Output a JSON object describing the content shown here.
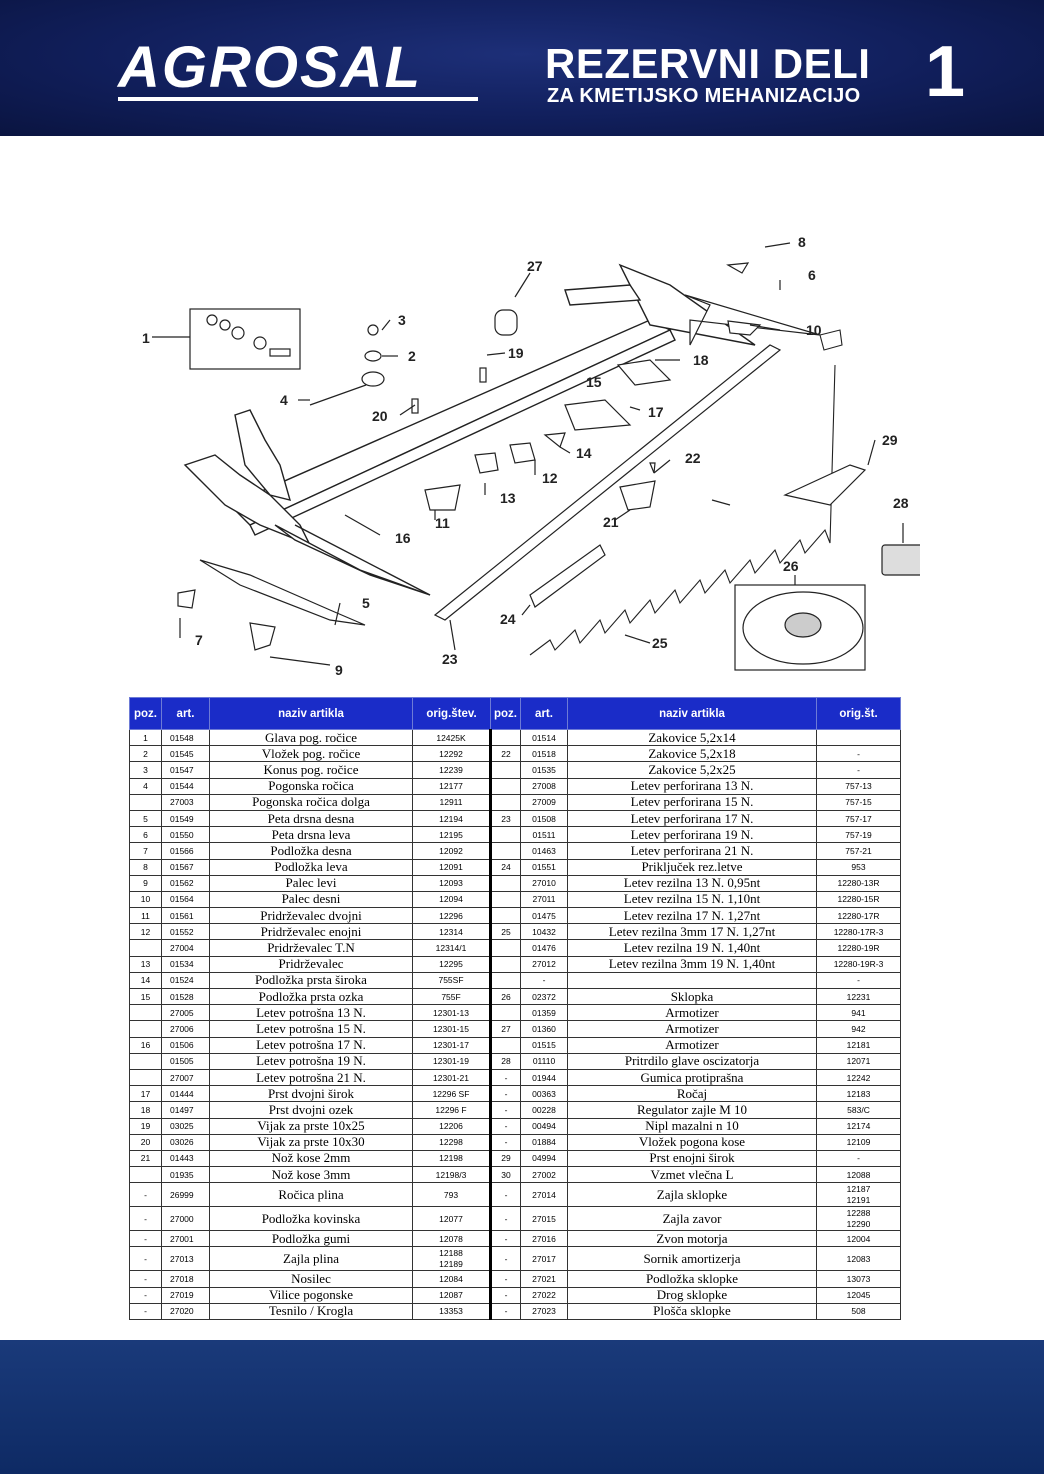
{
  "header": {
    "brand": "AGROSAL",
    "title": "REZERVNI DELI",
    "subtitle": "ZA KMETIJSKO MEHANIZACIJO",
    "page_number": "1"
  },
  "diagram": {
    "callouts": [
      "1",
      "2",
      "3",
      "4",
      "5",
      "6",
      "7",
      "8",
      "9",
      "10",
      "11",
      "12",
      "13",
      "14",
      "15",
      "16",
      "17",
      "18",
      "19",
      "20",
      "21",
      "22",
      "23",
      "24",
      "25",
      "26",
      "27",
      "28",
      "29"
    ]
  },
  "table": {
    "headers": [
      "poz.",
      "art.",
      "naziv artikla",
      "orig.štev.",
      "poz.",
      "art.",
      "naziv artikla",
      "orig.št."
    ],
    "rows": [
      {
        "lpoz": "1",
        "lart": "01548",
        "lname": "Glava pog. ročice",
        "lorig": "12425K",
        "rpoz": "",
        "rart": "01514",
        "rname": "Zakovice 5,2x14",
        "rorig": ""
      },
      {
        "lpoz": "2",
        "lart": "01545",
        "lname": "Vložek pog. ročice",
        "lorig": "12292",
        "rpoz": "22",
        "rart": "01518",
        "rname": "Zakovice 5,2x18",
        "rorig": "-"
      },
      {
        "lpoz": "3",
        "lart": "01547",
        "lname": "Konus pog. ročice",
        "lorig": "12239",
        "rpoz": "",
        "rart": "01535",
        "rname": "Zakovice 5,2x25",
        "rorig": "-"
      },
      {
        "lpoz": "4",
        "lart": "01544",
        "lname": "Pogonska ročica",
        "lorig": "12177",
        "rpoz": "",
        "rart": "27008",
        "rname": "Letev perforirana 13 N.",
        "rorig": "757-13"
      },
      {
        "lpoz": "",
        "lart": "27003",
        "lname": "Pogonska ročica dolga",
        "lorig": "12911",
        "rpoz": "",
        "rart": "27009",
        "rname": "Letev perforirana 15 N.",
        "rorig": "757-15"
      },
      {
        "lpoz": "5",
        "lart": "01549",
        "lname": "Peta drsna desna",
        "lorig": "12194",
        "rpoz": "23",
        "rart": "01508",
        "rname": "Letev perforirana 17 N.",
        "rorig": "757-17"
      },
      {
        "lpoz": "6",
        "lart": "01550",
        "lname": "Peta drsna leva",
        "lorig": "12195",
        "rpoz": "",
        "rart": "01511",
        "rname": "Letev perforirana 19 N.",
        "rorig": "757-19"
      },
      {
        "lpoz": "7",
        "lart": "01566",
        "lname": "Podložka desna",
        "lorig": "12092",
        "rpoz": "",
        "rart": "01463",
        "rname": "Letev perforirana 21 N.",
        "rorig": "757-21"
      },
      {
        "lpoz": "8",
        "lart": "01567",
        "lname": "Podložka leva",
        "lorig": "12091",
        "rpoz": "24",
        "rart": "01551",
        "rname": "Priključek rez.letve",
        "rorig": "953"
      },
      {
        "lpoz": "9",
        "lart": "01562",
        "lname": "Palec levi",
        "lorig": "12093",
        "rpoz": "",
        "rart": "27010",
        "rname": "Letev rezilna 13 N. 0,95nt",
        "rorig": "12280-13R"
      },
      {
        "lpoz": "10",
        "lart": "01564",
        "lname": "Palec desni",
        "lorig": "12094",
        "rpoz": "",
        "rart": "27011",
        "rname": "Letev rezilna 15 N. 1,10nt",
        "rorig": "12280-15R"
      },
      {
        "lpoz": "11",
        "lart": "01561",
        "lname": "Pridrževalec dvojni",
        "lorig": "12296",
        "rpoz": "",
        "rart": "01475",
        "rname": "Letev  rezilna 17 N. 1,27nt",
        "rorig": "12280-17R"
      },
      {
        "lpoz": "12",
        "lart": "01552",
        "lname": "Pridrževalec enojni",
        "lorig": "12314",
        "rpoz": "25",
        "rart": "10432",
        "rname": "Letev rezilna 3mm 17 N. 1,27nt",
        "rorig": "12280-17R-3"
      },
      {
        "lpoz": "",
        "lart": "27004",
        "lname": "Pridrževalec T.N",
        "lorig": "12314/1",
        "rpoz": "",
        "rart": "01476",
        "rname": "Letev rezilna 19 N. 1,40nt",
        "rorig": "12280-19R"
      },
      {
        "lpoz": "13",
        "lart": "01534",
        "lname": "Pridrževalec",
        "lorig": "12295",
        "rpoz": "",
        "rart": "27012",
        "rname": "Letev rezilna 3mm 19 N. 1,40nt",
        "rorig": "12280-19R-3"
      },
      {
        "lpoz": "14",
        "lart": "01524",
        "lname": "Podložka prsta široka",
        "lorig": "755SF",
        "rpoz": "",
        "rart": "-",
        "rname": "",
        "rorig": "-"
      },
      {
        "lpoz": "15",
        "lart": "01528",
        "lname": "Podložka prsta ozka",
        "lorig": "755F",
        "rpoz": "26",
        "rart": "02372",
        "rname": "Sklopka",
        "rorig": "12231"
      },
      {
        "lpoz": "",
        "lart": "27005",
        "lname": "Letev potrošna 13 N.",
        "lorig": "12301-13",
        "rpoz": "",
        "rart": "01359",
        "rname": "Armotizer",
        "rorig": "941"
      },
      {
        "lpoz": "",
        "lart": "27006",
        "lname": "Letev potrošna 15 N.",
        "lorig": "12301-15",
        "rpoz": "27",
        "rart": "01360",
        "rname": "Armotizer",
        "rorig": "942"
      },
      {
        "lpoz": "16",
        "lart": "01506",
        "lname": "Letev potrošna 17 N.",
        "lorig": "12301-17",
        "rpoz": "",
        "rart": "01515",
        "rname": "Armotizer",
        "rorig": "12181"
      },
      {
        "lpoz": "",
        "lart": "01505",
        "lname": "Letev potrošna 19 N.",
        "lorig": "12301-19",
        "rpoz": "28",
        "rart": "01110",
        "rname": "Pritrdilo glave oscizatorja",
        "rorig": "12071"
      },
      {
        "lpoz": "",
        "lart": "27007",
        "lname": "Letev potrošna 21 N.",
        "lorig": "12301-21",
        "rpoz": "-",
        "rart": "01944",
        "rname": "Gumica protiprašna",
        "rorig": "12242"
      },
      {
        "lpoz": "17",
        "lart": "01444",
        "lname": "Prst dvojni širok",
        "lorig": "12296 SF",
        "rpoz": "-",
        "rart": "00363",
        "rname": "Ročaj",
        "rorig": "12183"
      },
      {
        "lpoz": "18",
        "lart": "01497",
        "lname": "Prst dvojni ozek",
        "lorig": "12296 F",
        "rpoz": "-",
        "rart": "00228",
        "rname": "Regulator zajle M 10",
        "rorig": "583/C"
      },
      {
        "lpoz": "19",
        "lart": "03025",
        "lname": "Vijak za prste 10x25",
        "lorig": "12206",
        "rpoz": "-",
        "rart": "00494",
        "rname": "Nipl mazalni n 10",
        "rorig": "12174"
      },
      {
        "lpoz": "20",
        "lart": "03026",
        "lname": "Vijak za prste 10x30",
        "lorig": "12298",
        "rpoz": "-",
        "rart": "01884",
        "rname": "Vložek pogona kose",
        "rorig": "12109"
      },
      {
        "lpoz": "21",
        "lart": "01443",
        "lname": "Nož kose 2mm",
        "lorig": "12198",
        "rpoz": "29",
        "rart": "04994",
        "rname": "Prst enojni širok",
        "rorig": "-"
      },
      {
        "lpoz": "",
        "lart": "01935",
        "lname": "Nož kose 3mm",
        "lorig": "12198/3",
        "rpoz": "30",
        "rart": "27002",
        "rname": "Vzmet vlečna L",
        "rorig": "12088"
      }
    ],
    "rows_tall": [
      {
        "lpoz": "-",
        "lart": "26999",
        "lname": "Ročica plina",
        "lorig": "793",
        "rpoz": "-",
        "rart": "27014",
        "rname": "Zajla sklopke",
        "rorig1": "12187",
        "rorig2": "12191",
        "lorig1": "",
        "lorig2": ""
      },
      {
        "lpoz": "-",
        "lart": "27000",
        "lname": "Podložka kovinska",
        "lorig": "12077",
        "rpoz": "-",
        "rart": "27015",
        "rname": "Zajla  zavor",
        "rorig1": "12288",
        "rorig2": "12290",
        "lorig1": "",
        "lorig2": ""
      }
    ],
    "rows_tail_a": {
      "lpoz": "-",
      "lart": "27001",
      "lname": "Podložka gumi",
      "lorig": "12078",
      "rpoz": "-",
      "rart": "27016",
      "rname": "Zvon motorja",
      "rorig": "12004"
    },
    "row_plina": {
      "lpoz": "-",
      "lart": "27013",
      "lname": "Zajla plina",
      "lorig1": "12188",
      "lorig2": "12189",
      "rpoz": "-",
      "rart": "27017",
      "rname": "Sornik amortizerja",
      "rorig": "12083"
    },
    "rows_tail_b": [
      {
        "lpoz": "-",
        "lart": "27018",
        "lname": "Nosilec",
        "lorig": "12084",
        "rpoz": "-",
        "rart": "27021",
        "rname": "Podložka sklopke",
        "rorig": "13073"
      },
      {
        "lpoz": "-",
        "lart": "27019",
        "lname": "Vilice pogonske",
        "lorig": "12087",
        "rpoz": "-",
        "rart": "27022",
        "rname": "Drog sklopke",
        "rorig": "12045"
      },
      {
        "lpoz": "-",
        "lart": "27020",
        "lname": "Tesnilo  / Krogla",
        "lorig": "13353",
        "rpoz": "-",
        "rart": "27023",
        "rname": "Plošča sklopke",
        "rorig": "508"
      }
    ]
  }
}
